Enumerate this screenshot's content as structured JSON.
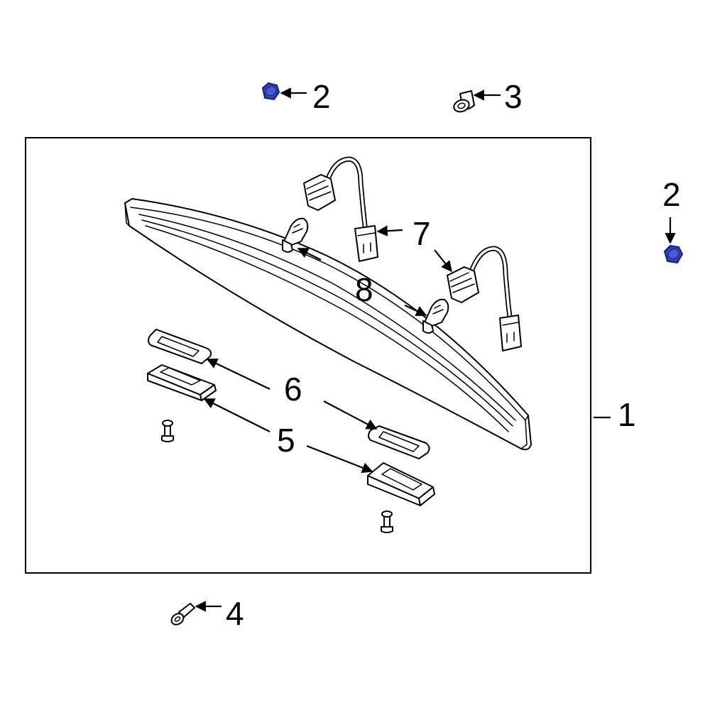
{
  "colors": {
    "background": "#ffffff",
    "line": "#000000",
    "highlight_nut": "#2f3fb5",
    "highlight_nut_dark": "#1a237a"
  },
  "callouts": {
    "c1": "1",
    "c2_top": "2",
    "c2_right": "2",
    "c3": "3",
    "c4": "4",
    "c5": "5",
    "c6": "6",
    "c7": "7",
    "c8": "8"
  },
  "parts": [
    {
      "callout": "1",
      "icon": "light-bar-assembly"
    },
    {
      "callout": "2",
      "icon": "hex-nut-icon",
      "highlighted": true
    },
    {
      "callout": "3",
      "icon": "grommet-icon"
    },
    {
      "callout": "4",
      "icon": "screw-icon"
    },
    {
      "callout": "5",
      "icon": "lens-icon"
    },
    {
      "callout": "6",
      "icon": "gasket-icon"
    },
    {
      "callout": "7",
      "icon": "socket-harness-icon"
    },
    {
      "callout": "8",
      "icon": "bulb-icon"
    }
  ]
}
